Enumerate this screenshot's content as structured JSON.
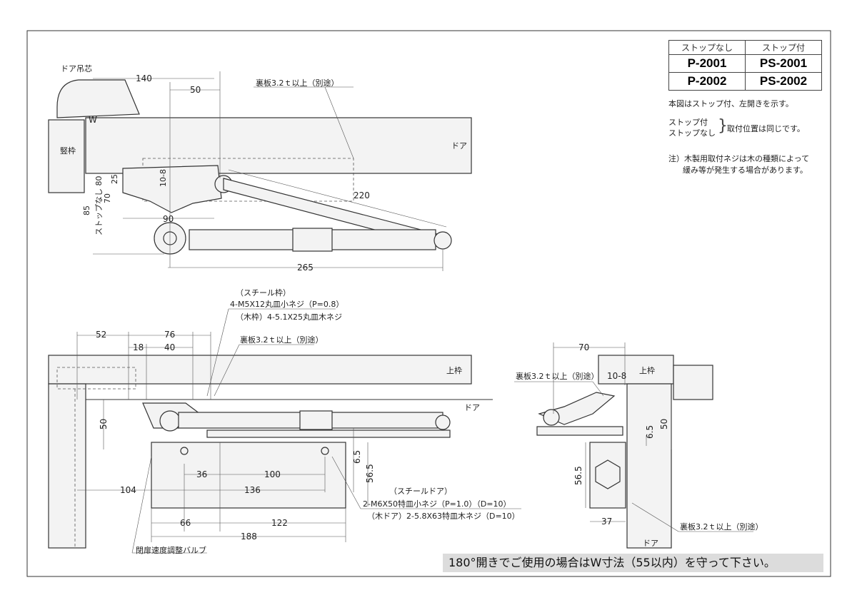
{
  "model_table": {
    "headers": [
      "ストップなし",
      "ストップ付"
    ],
    "rows": [
      [
        "P-2001",
        "PS-2001"
      ],
      [
        "P-2002",
        "PS-2002"
      ]
    ]
  },
  "notes": {
    "figure_note": "本図はストップ付、左開きを示す。",
    "stop_with": "ストップ付",
    "stop_without": "ストップなし",
    "same_position": "取付位置は同じです。",
    "caution_1": "注）木製用取付ネジは木の種類によって",
    "caution_2": "緩み等が発生する場合があります。"
  },
  "top_view": {
    "door_pivot": "ドア吊芯",
    "d140": "140",
    "d50": "50",
    "backplate": "裏板3.2ｔ以上（別途）",
    "w": "W",
    "jamb": "竪枠",
    "door": "ドア",
    "d10_8": "10-8",
    "d25": "25",
    "d70": "70",
    "d80": "ストップなし 80",
    "d85": "85",
    "d90": "90",
    "d220": "220",
    "d265": "265"
  },
  "front_view": {
    "steel_frame": "（スチール枠）",
    "screw_steel_frame": "4-M5X12丸皿小ネジ（P=0.8）",
    "screw_wood_frame": "（木枠）4-5.1X25丸皿木ネジ",
    "backplate": "裏板3.2ｔ以上（別途）",
    "d52": "52",
    "d76": "76",
    "d18": "18",
    "d40": "40",
    "head_jamb": "上枠",
    "door": "ドア",
    "d50": "50",
    "d6_5": "6.5",
    "d56_5": "56.5",
    "d36": "36",
    "d100": "100",
    "d104": "104",
    "d136": "136",
    "d66": "66",
    "d122": "122",
    "d188": "188",
    "steel_door": "（スチールドア）",
    "screw_steel_door": "2-M6X50特皿小ネジ（P=1.0）（D=10）",
    "screw_wood_door": "（木ドア）2-5.8X63特皿木ネジ（D=10）",
    "valve": "閉扉速度調整バルブ"
  },
  "side_view": {
    "d70": "70",
    "backplate": "裏板3.2ｔ以上（別途）",
    "d10_8": "10-8",
    "head_jamb": "上枠",
    "d6_5": "6.5",
    "d50": "50",
    "d56_5": "56.5",
    "d37": "37",
    "backplate2": "裏板3.2ｔ以上（別途）",
    "door": "ドア"
  },
  "banner": "180°開きでご使用の場合はW寸法（55以内）を守って下さい。"
}
